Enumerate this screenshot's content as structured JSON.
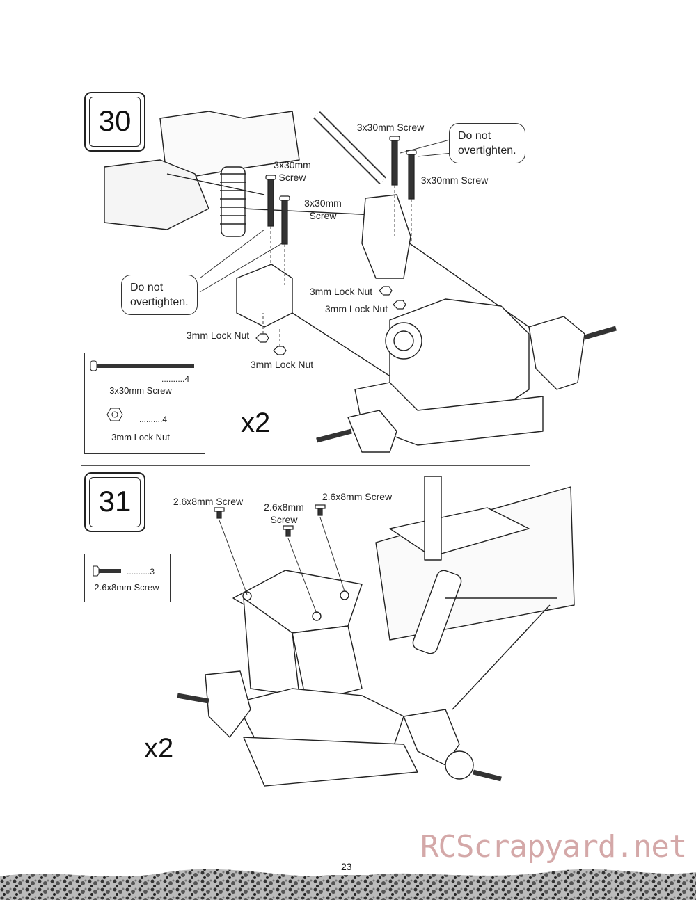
{
  "steps": [
    {
      "number": "30",
      "labels": {
        "screw_top_right": "3x30mm Screw",
        "screw_right": "3x30mm Screw",
        "screw_left_a": "3x30mm Screw",
        "screw_left_b": "3x30mm Screw",
        "nut_a": "3mm Lock Nut",
        "nut_b": "3mm Lock Nut",
        "nut_c": "3mm Lock Nut",
        "nut_d": "3mm Lock Nut"
      },
      "callouts": [
        "Do not overtighten.",
        "Do not overtighten."
      ],
      "parts": [
        {
          "name": "3x30mm Screw",
          "qty": "..........4"
        },
        {
          "name": "3mm Lock Nut",
          "qty": "..........4"
        }
      ],
      "multiplier": "x2"
    },
    {
      "number": "31",
      "labels": {
        "screw_a": "2.6x8mm Screw",
        "screw_b": "2.6x8mm Screw",
        "screw_c": "2.6x8mm Screw"
      },
      "parts": [
        {
          "name": "2.6x8mm Screw",
          "qty": "..........3"
        }
      ],
      "multiplier": "x2"
    }
  ],
  "page_number": "23",
  "watermark": "RCScrapyard.net"
}
